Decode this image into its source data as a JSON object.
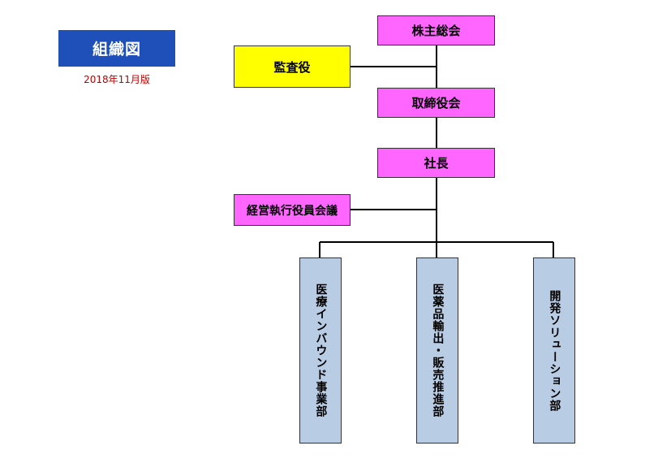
{
  "header": {
    "title": "組織図",
    "edition": "2018年11月版"
  },
  "nodes": {
    "shareholders_meeting": "株主総会",
    "auditor": "監査役",
    "board": "取締役会",
    "president": "社長",
    "executive_committee": "経営執行役員会議"
  },
  "departments": [
    {
      "label": "医療インバウンド事業部"
    },
    {
      "label": "医薬品輸出・販売推進部"
    },
    {
      "label": "開発ソリューション部"
    }
  ],
  "colors": {
    "title_bg": "#1f4fb8",
    "edition_text": "#c00000",
    "executive_nodes": "#ff66ff",
    "auditor_node": "#ffff00",
    "department_nodes": "#b8cce4"
  }
}
